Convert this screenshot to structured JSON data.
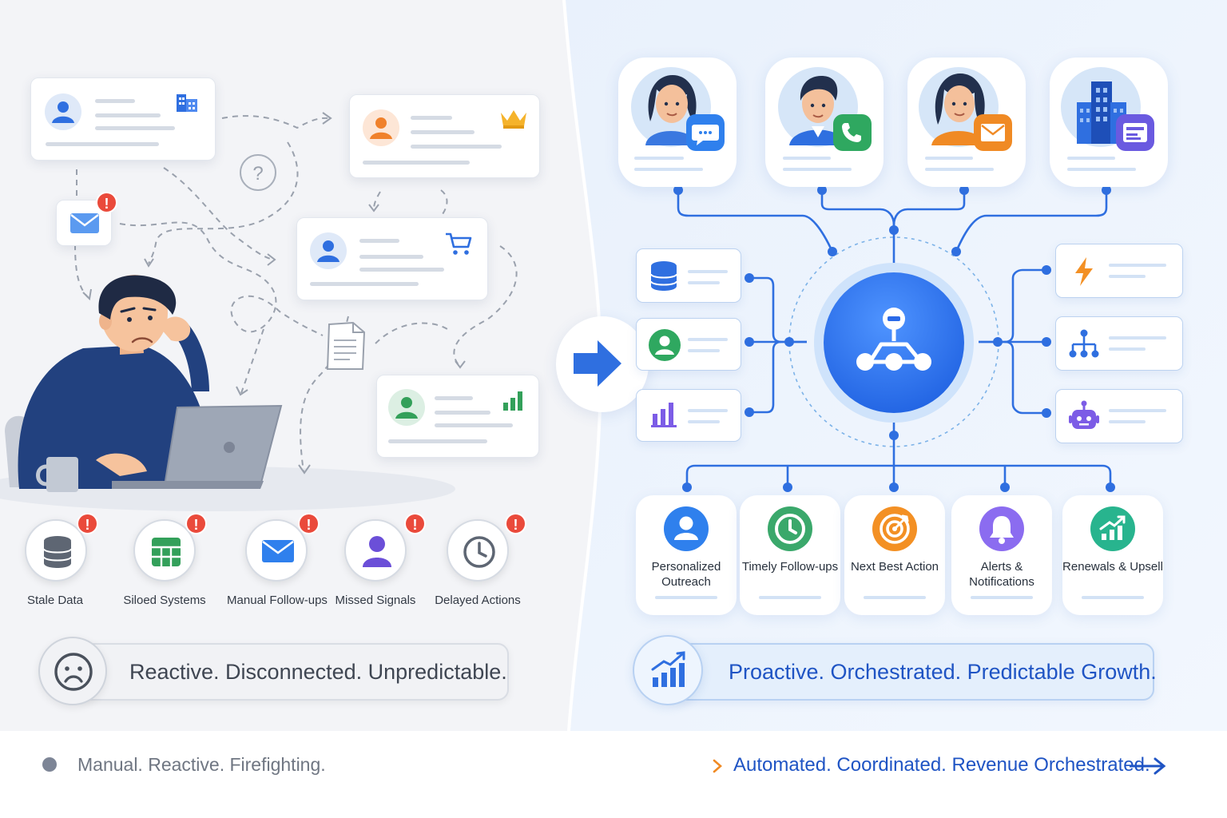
{
  "left_panel": {
    "issues": [
      {
        "label": "Stale Data",
        "icon": "database-icon",
        "color": "#5e6673"
      },
      {
        "label": "Siloed Systems",
        "icon": "spreadsheet-icon",
        "color": "#33a05a"
      },
      {
        "label": "Manual Follow-ups",
        "icon": "envelope-icon",
        "color": "#2f80ed"
      },
      {
        "label": "Missed Signals",
        "icon": "user-icon",
        "color": "#6b4fd8"
      },
      {
        "label": "Delayed Actions",
        "icon": "clock-icon",
        "color": "#5e6673"
      }
    ],
    "badge_text": "!",
    "question_mark": "?",
    "banner": "Reactive. Disconnected. Unpredictable.",
    "card_icons": [
      "building-icon",
      "crown-icon",
      "cart-icon",
      "bar-chart-icon"
    ]
  },
  "right_panel": {
    "channels": [
      {
        "name": "chat",
        "icon": "chat-icon",
        "color": "#2f80ed"
      },
      {
        "name": "phone",
        "icon": "phone-icon",
        "color": "#2fa860"
      },
      {
        "name": "email",
        "icon": "email-icon",
        "color": "#f08a24"
      },
      {
        "name": "account",
        "icon": "building-icon",
        "color": "#6a5ae0"
      }
    ],
    "data_sources": [
      "database-icon",
      "user-icon",
      "bar-chart-icon"
    ],
    "actions": [
      "lightning-icon",
      "hierarchy-icon",
      "robot-icon"
    ],
    "hub_icon": "orchestration-network-icon",
    "outcomes": [
      {
        "label": "Personalized Outreach",
        "icon": "person-icon",
        "color": "#2f80ed"
      },
      {
        "label": "Timely Follow-ups",
        "icon": "clock-icon",
        "color": "#3aa86b"
      },
      {
        "label": "Next Best Action",
        "icon": "target-icon",
        "color": "#f39024"
      },
      {
        "label": "Alerts & Notifications",
        "icon": "bell-icon",
        "color": "#8b6cf0"
      },
      {
        "label": "Renewals & Upsell",
        "icon": "growth-icon",
        "color": "#28b48e"
      }
    ],
    "banner": "Proactive. Orchestrated. Predictable Growth."
  },
  "footer": {
    "left_text": "Manual. Reactive. Firefighting.",
    "right_text": "Automated. Coordinated. Revenue Orchestrated."
  },
  "colors": {
    "accent_blue": "#2f6fe0",
    "alert_red": "#ea4a3b",
    "dash_orange": "#f0a24a",
    "left_bg": "#f3f4f7",
    "right_bg": "#eaf2fc"
  }
}
